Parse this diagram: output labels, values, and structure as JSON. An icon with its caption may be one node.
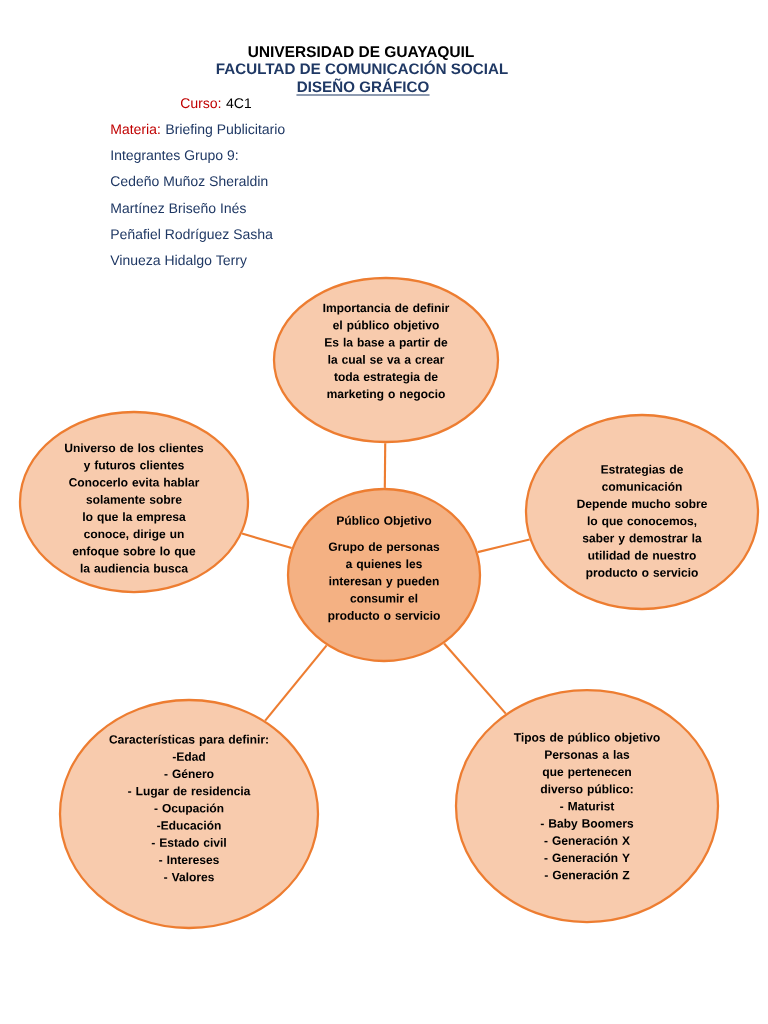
{
  "diagram": {
    "nodes": [
      {
        "text": [
          "Importancia de definir el público objetivo",
          "Es la base a partir de la cual se va a crear toda estrategia de marketing o negocio"
        ]
      },
      {
        "text": [
          "Universo de los clientes y futuros clientes",
          "Conocerlo evita hablar solamente sobre lo que la empresa conoce, dirige un enfoque sobre lo que la audiencia busca"
        ]
      },
      {
        "text": [
          "Público Objetivo",
          "Grupo de personas a quienes les interesan y pueden consumir el producto o servicio"
        ]
      },
      {
        "text": [
          "Estrategias de comunicación",
          "Depende mucho sobre lo que conocemos, saber y demostrar la utilidad de nuestro producto o servicio"
        ]
      },
      {
        "text": [
          "Características para definir:",
          "-Edad",
          "- Género",
          "- Lugar de residencia",
          "- Ocupación",
          "-Educación",
          "- Estado civil",
          "- Intereses",
          "- Valores"
        ]
      },
      {
        "text": [
          "Tipos de público objetivo",
          "Personas a las que pertenecen diverso público:",
          "- Maturist",
          "- Baby Boomers",
          "- Generación X",
          "- Generación Y",
          "- Generación Z"
        ]
      }
    ],
    "edges": [
      {
        "from": 2,
        "to": 0,
        "arrow": "none"
      },
      {
        "from": 2,
        "to": 1,
        "arrow": "none"
      },
      {
        "from": 2,
        "to": 3,
        "arrow": "none"
      },
      {
        "from": 2,
        "to": 4,
        "arrow": "none"
      },
      {
        "from": 2,
        "to": 5,
        "arrow": "none"
      }
    ],
    "labels": [
      "UNIVERSIDAD DE GUAYAQUIL",
      "FACULTAD DE COMUNICACIÓN SOCIAL",
      "DISEÑO GRÁFICO",
      "Curso:",
      "4C1",
      "Materia:",
      "Briefing Publicitario",
      "Integrantes Grupo 9:",
      "Cedeño Muñoz Sheraldin",
      "Martínez Briseño Inés",
      "Peñafiel Rodríguez Sasha",
      "Vinueza Hidalgo Terry"
    ]
  }
}
